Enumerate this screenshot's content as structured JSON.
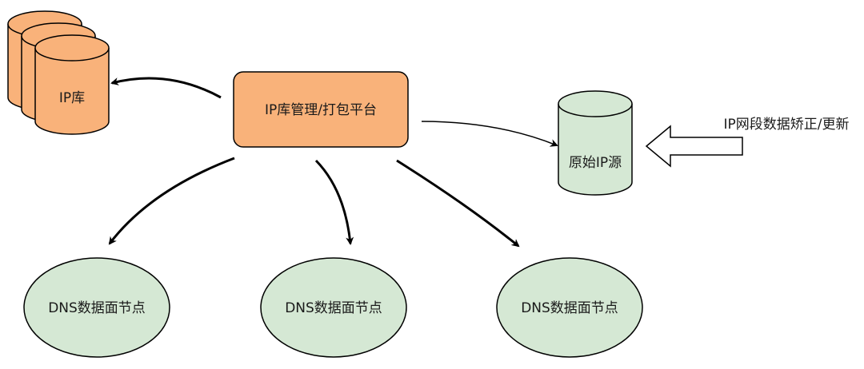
{
  "diagram": {
    "ip_library": {
      "label": "IP库"
    },
    "platform": {
      "label": "IP库管理/打包平台"
    },
    "raw_source": {
      "label": "原始IP源"
    },
    "correction_input": {
      "label": "IP网段数据矫正/更新"
    },
    "dns_nodes": [
      {
        "label": "DNS数据面节点"
      },
      {
        "label": "DNS数据面节点"
      },
      {
        "label": "DNS数据面节点"
      }
    ]
  },
  "colors": {
    "orange_fill": "#f9b27a",
    "green_fill": "#d5e8d4",
    "stroke": "#000000",
    "background": "#ffffff"
  }
}
